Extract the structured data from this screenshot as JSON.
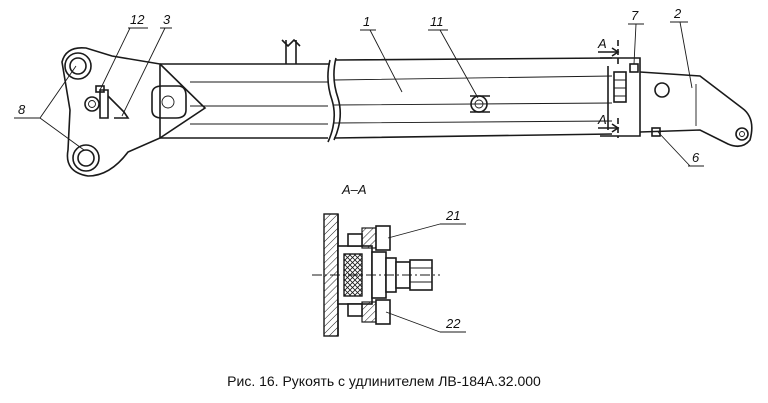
{
  "caption": "Рис. 16. Рукоять с удлинителем ЛВ-184А.32.000",
  "section_title": "А–А",
  "section_marks": [
    "А",
    "А"
  ],
  "callouts": {
    "c1": "1",
    "c2": "2",
    "c3": "3",
    "c6": "6",
    "c7": "7",
    "c8": "8",
    "c11": "11",
    "c12": "12",
    "c21": "21",
    "c22": "22"
  }
}
